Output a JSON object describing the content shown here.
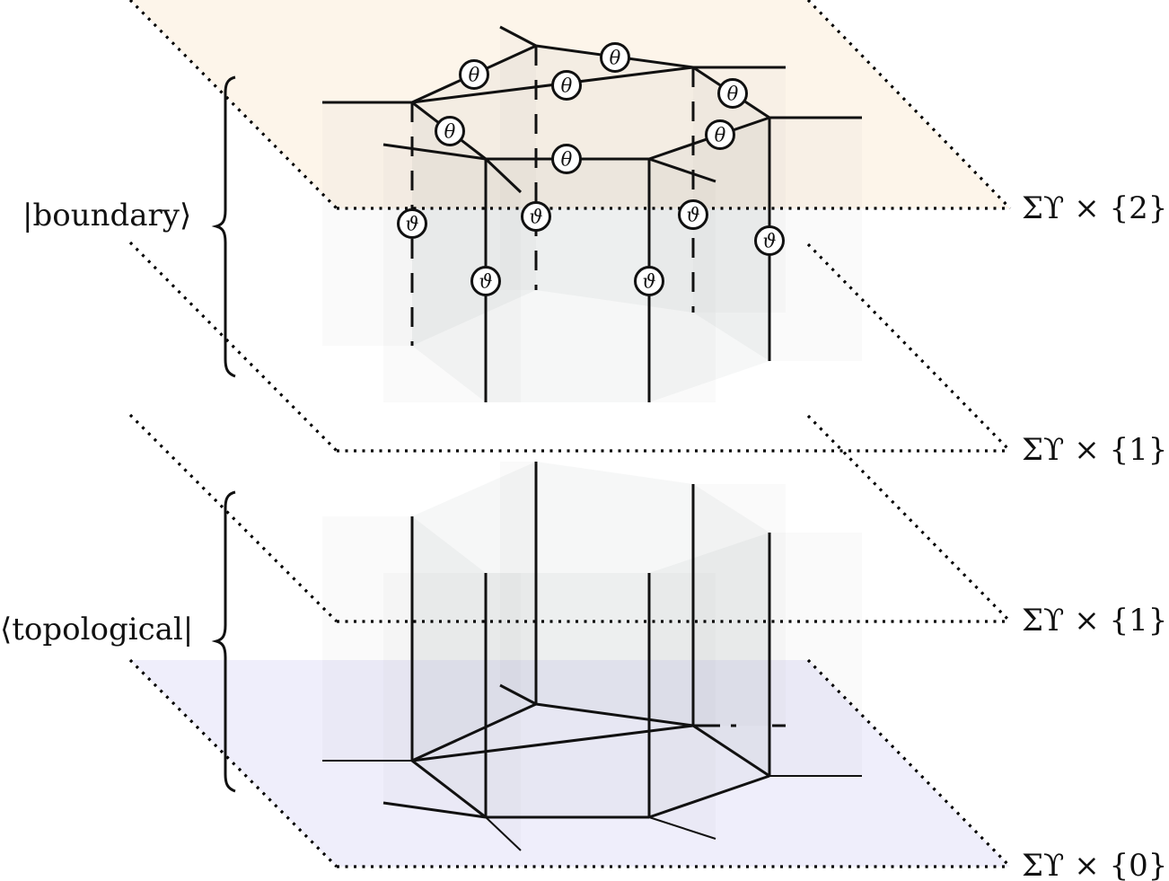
{
  "figure": {
    "states": {
      "boundary": "|boundary⟩",
      "topological": "⟨topological|"
    },
    "planes": [
      {
        "label": "Σϒ × {2}",
        "color": "#fdf5ea"
      },
      {
        "label": "Σϒ × {1}",
        "color": "#ffffff"
      },
      {
        "label": "Σϒ × {1}",
        "color": "#ffffff"
      },
      {
        "label": "Σϒ × {0}",
        "color": "#efeefb"
      }
    ],
    "symbols": {
      "theta": "θ",
      "vartheta": "ϑ"
    },
    "colors": {
      "ink": "#111111",
      "wall": "#9aa6a6",
      "top_plane": "#fdf5ea",
      "bottom_plane": "#efeefb"
    }
  }
}
